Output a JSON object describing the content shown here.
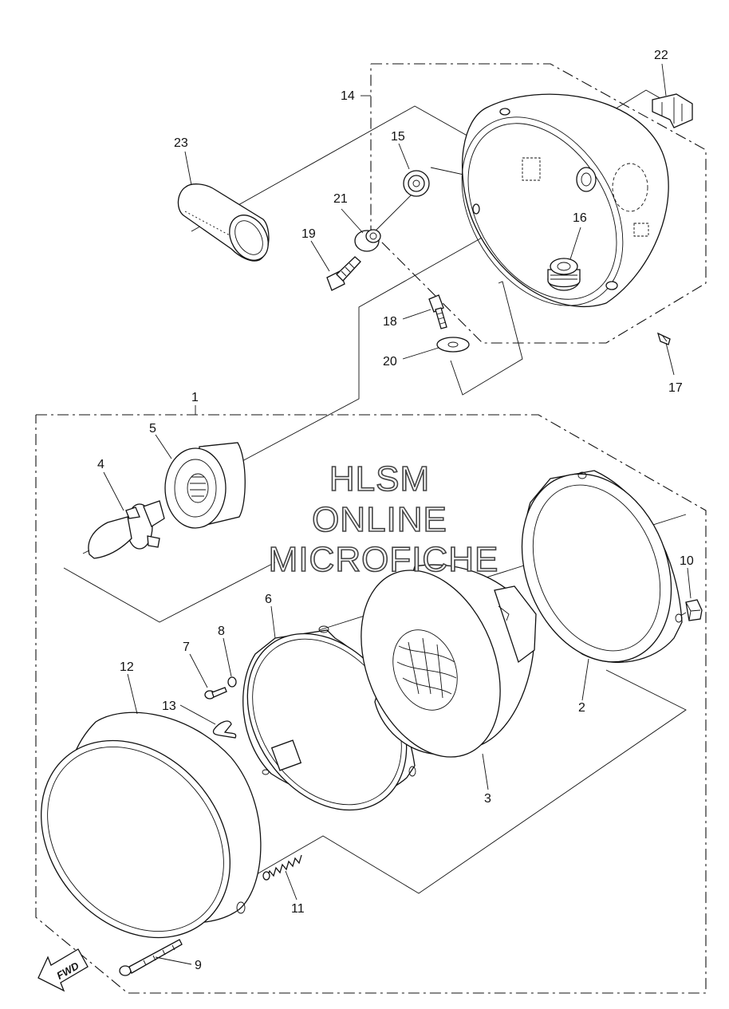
{
  "watermark": {
    "line1": "HLSM",
    "line2": "ONLINE",
    "line3": "MICROFICHE"
  },
  "direction_arrow": {
    "label": "FWD",
    "icon": "fwd-arrow-icon"
  },
  "callouts": {
    "p1": "1",
    "p2": "2",
    "p3": "3",
    "p4": "4",
    "p5": "5",
    "p6": "6",
    "p7": "7",
    "p8": "8",
    "p9": "9",
    "p10": "10",
    "p11": "11",
    "p12": "12",
    "p13": "13",
    "p14": "14",
    "p15": "15",
    "p16": "16",
    "p17": "17",
    "p18": "18",
    "p19": "19",
    "p20": "20",
    "p21": "21",
    "p22": "22",
    "p23": "23"
  }
}
